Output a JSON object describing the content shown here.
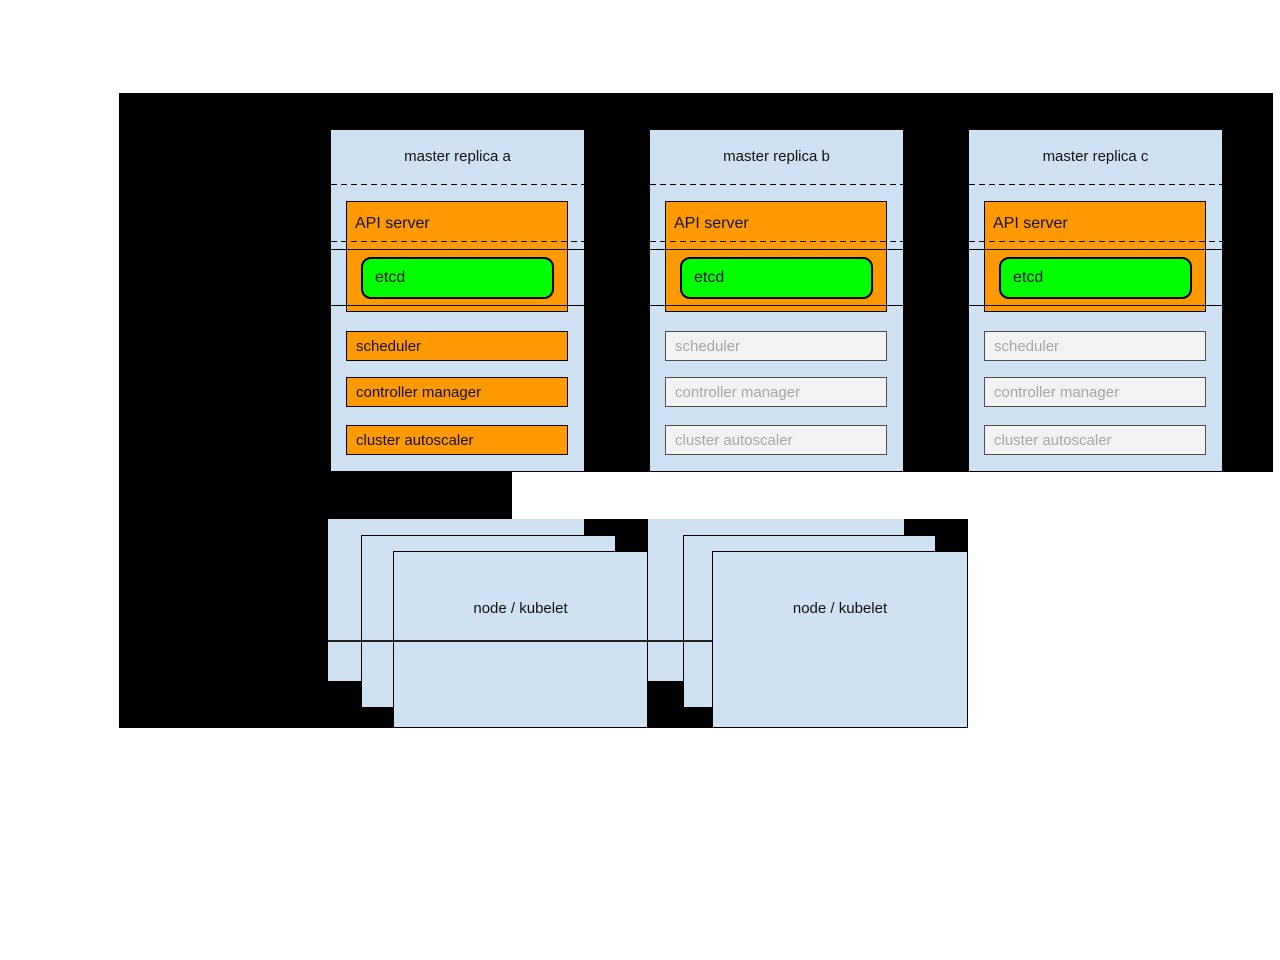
{
  "replicas": [
    {
      "title": "master replica a",
      "state": "active",
      "api_server_label": "API server",
      "etcd_label": "etcd",
      "components": [
        {
          "label": "scheduler",
          "state": "active"
        },
        {
          "label": "controller manager",
          "state": "active"
        },
        {
          "label": "cluster autoscaler",
          "state": "active"
        }
      ]
    },
    {
      "title": "master replica b",
      "state": "standby",
      "api_server_label": "API server",
      "etcd_label": "etcd",
      "components": [
        {
          "label": "scheduler",
          "state": "standby"
        },
        {
          "label": "controller manager",
          "state": "standby"
        },
        {
          "label": "cluster autoscaler",
          "state": "standby"
        }
      ]
    },
    {
      "title": "master replica c",
      "state": "standby",
      "api_server_label": "API server",
      "etcd_label": "etcd",
      "components": [
        {
          "label": "scheduler",
          "state": "standby"
        },
        {
          "label": "controller manager",
          "state": "standby"
        },
        {
          "label": "cluster autoscaler",
          "state": "standby"
        }
      ]
    }
  ],
  "nodes": [
    {
      "label": "node / kubelet"
    },
    {
      "label": "node / kubelet"
    }
  ],
  "colors": {
    "canvas_background": "#000000",
    "panel_blue": "#cfe2f3",
    "active_orange": "#ff9900",
    "etcd_green": "#00ff00",
    "standby_fill": "#f2f2f2",
    "standby_text": "#a6a6a6"
  }
}
